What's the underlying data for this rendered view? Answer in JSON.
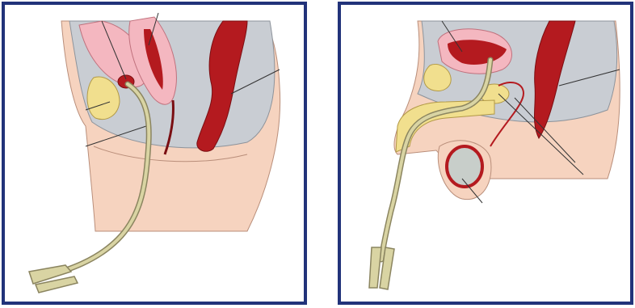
{
  "figure": {
    "frame_color": "#22337a",
    "panels": [
      {
        "id": "female",
        "illustration": "female-pelvis-catheter",
        "labels": []
      },
      {
        "id": "male",
        "illustration": "male-pelvis-catheter",
        "labels": []
      }
    ]
  },
  "palette": {
    "skin": "#f6d3bf",
    "tissue_gray": "#c9cdd3",
    "organ_red": "#b41a1f",
    "bladder_pink": "#f4b7c0",
    "bone_yellow": "#f1df8e",
    "catheter": "#d9d4a3",
    "outline": "#333333"
  }
}
